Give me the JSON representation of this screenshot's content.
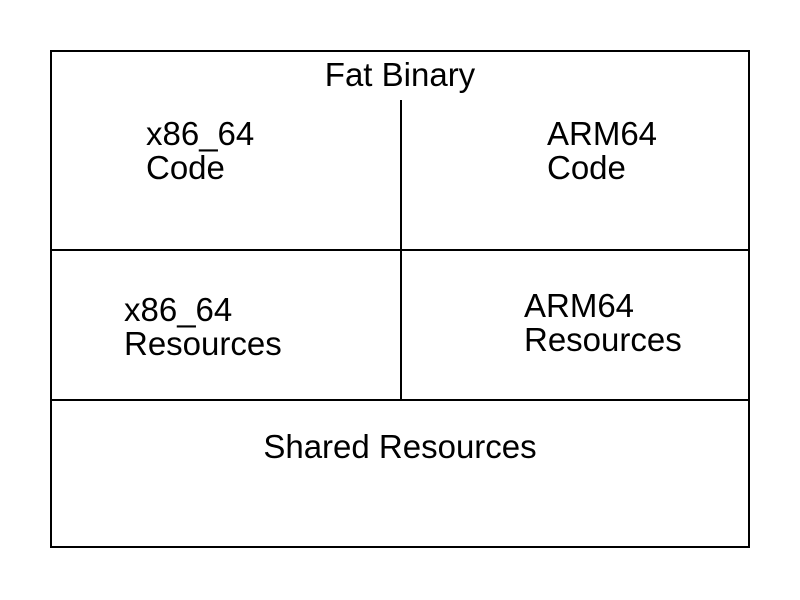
{
  "diagram": {
    "title": "Fat Binary",
    "cells": {
      "x86_code": {
        "line1": "x86_64",
        "line2": "Code"
      },
      "arm_code": {
        "line1": "ARM64",
        "line2": "Code"
      },
      "x86_resources": {
        "line1": "x86_64",
        "line2": "Resources"
      },
      "arm_resources": {
        "line1": "ARM64",
        "line2": "Resources"
      },
      "shared": {
        "label": "Shared Resources"
      }
    },
    "colors": {
      "line": "#000000",
      "text": "#000000",
      "background": "#ffffff"
    }
  }
}
